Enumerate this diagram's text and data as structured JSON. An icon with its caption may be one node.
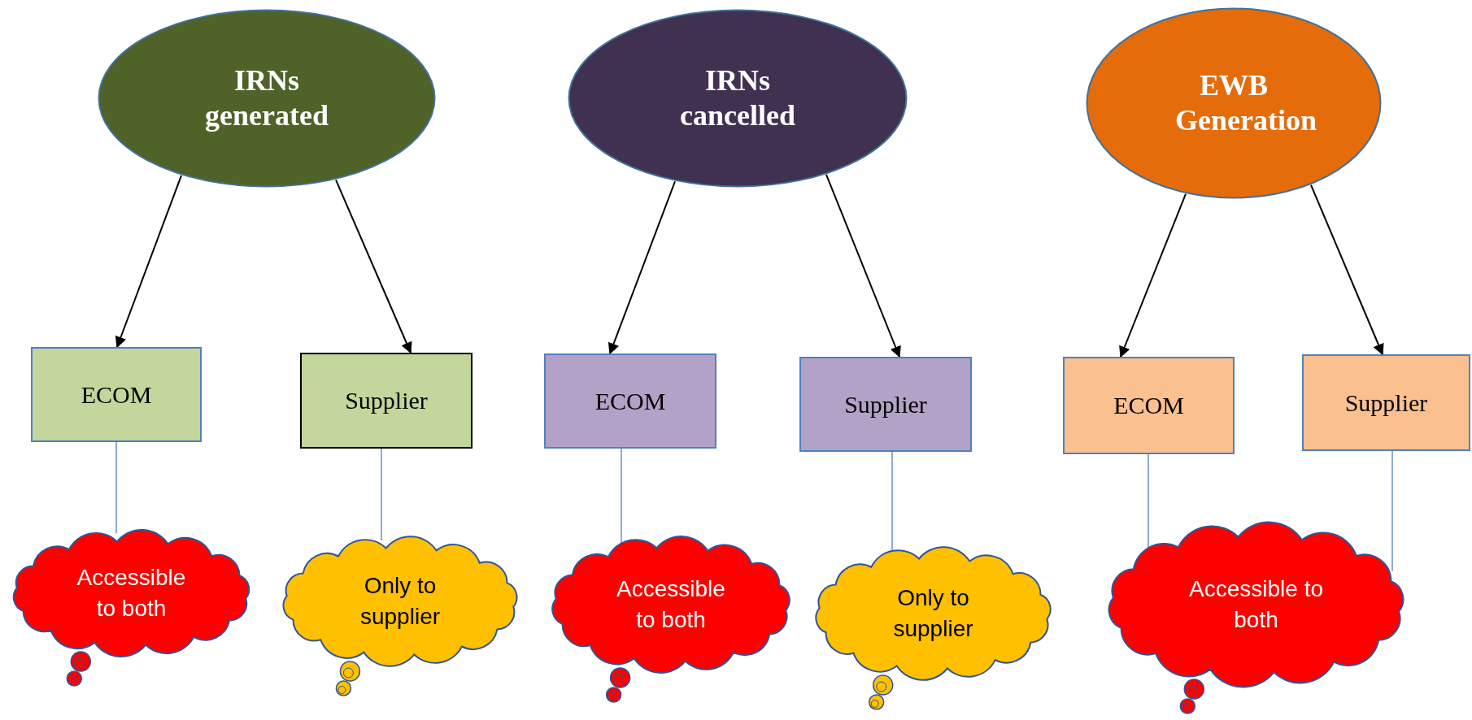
{
  "diagram": {
    "nodes": [
      {
        "text": [
          "IRNs generated"
        ]
      },
      {
        "text": [
          "IRNs cancelled"
        ]
      },
      {
        "text": [
          "EWB Generation"
        ]
      },
      {
        "text": [
          "ECOM"
        ]
      },
      {
        "text": [
          "Supplier"
        ]
      },
      {
        "text": [
          "ECOM"
        ]
      },
      {
        "text": [
          "Supplier"
        ]
      },
      {
        "text": [
          "ECOM"
        ]
      },
      {
        "text": [
          "Supplier"
        ]
      },
      {
        "text": [
          "Accessible to both"
        ]
      },
      {
        "text": [
          "Only to supplier"
        ]
      },
      {
        "text": [
          "Accessible to both"
        ]
      },
      {
        "text": [
          "Only to supplier"
        ]
      },
      {
        "text": [
          "Accessible to both"
        ]
      }
    ],
    "edges": [
      {
        "from": 0,
        "to": 3,
        "arrow": "to"
      },
      {
        "from": 0,
        "to": 4,
        "arrow": "to"
      },
      {
        "from": 1,
        "to": 5,
        "arrow": "to"
      },
      {
        "from": 1,
        "to": 6,
        "arrow": "to"
      },
      {
        "from": 2,
        "to": 7,
        "arrow": "to"
      },
      {
        "from": 2,
        "to": 8,
        "arrow": "to"
      },
      {
        "from": 3,
        "to": 9,
        "arrow": "none",
        "color": "#4472c4"
      },
      {
        "from": 4,
        "to": 10,
        "arrow": "none",
        "color": "#4472c4"
      },
      {
        "from": 5,
        "to": 11,
        "arrow": "none",
        "color": "#4472c4"
      },
      {
        "from": 6,
        "to": 12,
        "arrow": "none",
        "color": "#4472c4"
      },
      {
        "from": 7,
        "to": 13,
        "arrow": "none",
        "color": "#4472c4"
      },
      {
        "from": 8,
        "to": 13,
        "arrow": "none",
        "color": "#4472c4"
      }
    ]
  }
}
